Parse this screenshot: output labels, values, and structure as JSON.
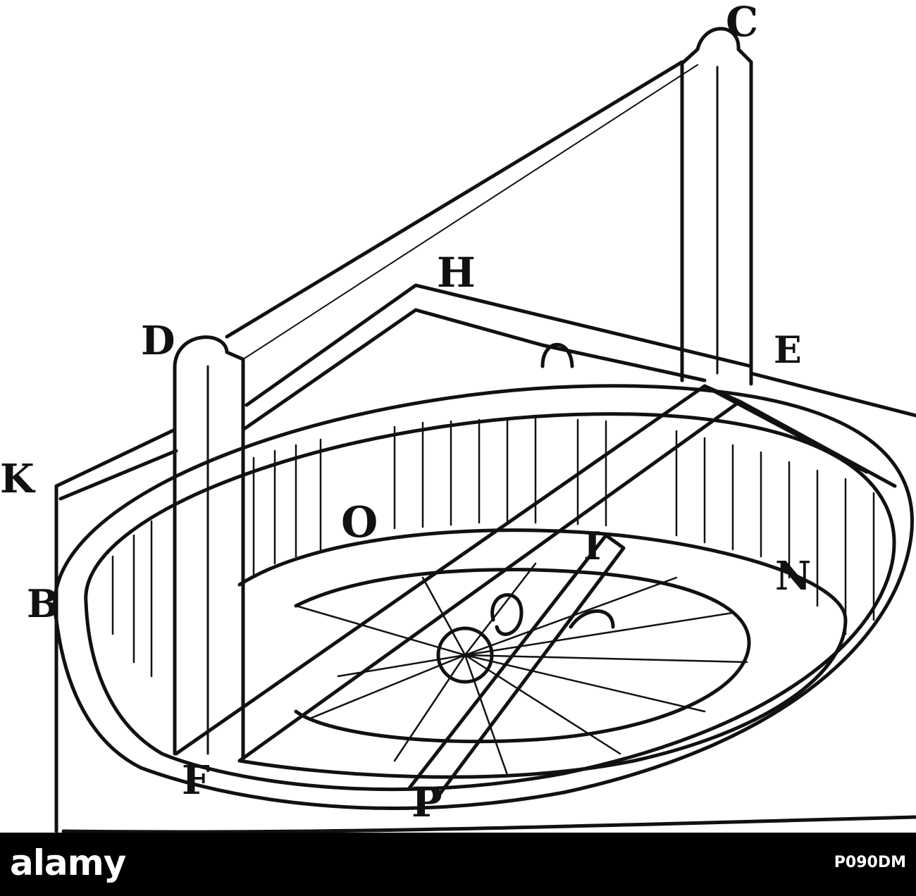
{
  "figure": {
    "labels": {
      "C": "C",
      "H": "H",
      "D": "D",
      "E": "E",
      "K": "K",
      "O": "O",
      "I": "I",
      "N": "N",
      "B": "B",
      "F": "F",
      "P": "P"
    }
  },
  "footer": {
    "logo_text": "alamy",
    "stock_id": "P090DM"
  },
  "colors": {
    "ink": "#111111",
    "paper": "#ffffff",
    "footer_bg": "#000000",
    "footer_text": "#ffffff"
  }
}
